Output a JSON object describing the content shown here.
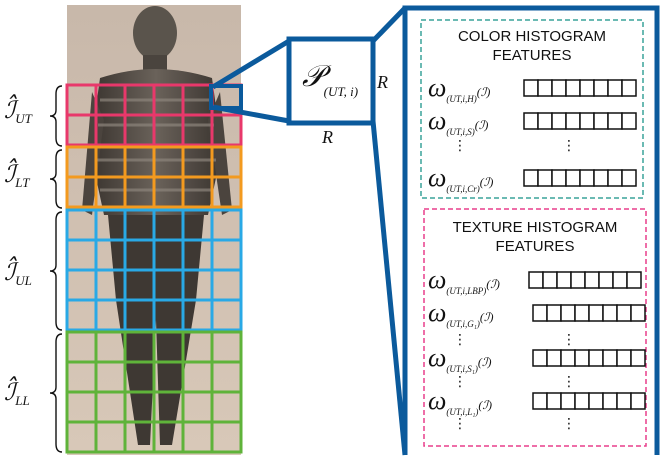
{
  "patch": {
    "symbol": "𝒫",
    "subscript": "(UT, i)",
    "side_label_right": "R",
    "side_label_bottom": "R"
  },
  "regions": [
    {
      "key": "UT",
      "symbol": "ℐ̂",
      "subscript": "UT",
      "grid_color": "#e8386b",
      "rows": 2
    },
    {
      "key": "LT",
      "symbol": "ℐ̂",
      "subscript": "LT",
      "grid_color": "#f39a1f",
      "rows": 2
    },
    {
      "key": "UL",
      "symbol": "ℐ̂",
      "subscript": "UL",
      "grid_color": "#29a9e6",
      "rows": 4
    },
    {
      "key": "LL",
      "symbol": "ℐ̂",
      "subscript": "LL",
      "grid_color": "#5fb33a",
      "rows": 4
    }
  ],
  "color_histogram": {
    "title_line1": "COLOR HISTOGRAM",
    "title_line2": "FEATURES",
    "border_color": "#3aa49a",
    "features": [
      {
        "sub": "(UT,i,H)",
        "arg": "(ℐ)"
      },
      {
        "sub": "(UT,i,S)",
        "arg": "(ℐ)"
      },
      {
        "sub": "(UT,i,Cr)",
        "arg": "(ℐ)"
      }
    ]
  },
  "texture_histogram": {
    "title_line1": "TEXTURE HISTOGRAM",
    "title_line2": "FEATURES",
    "border_color": "#e83e8c",
    "features": [
      {
        "sub": "(UT,i,LBP)",
        "arg": "(ℐ)"
      },
      {
        "sub": "(UT,i,G₁)",
        "arg": "(ℐ)"
      },
      {
        "sub": "(UT,i,S₁)",
        "arg": "(ℐ)"
      },
      {
        "sub": "(UT,i,L₁)",
        "arg": "(ℐ)"
      }
    ]
  },
  "omega_symbol": "ω",
  "vdots": "⋮",
  "colors": {
    "frame_blue": "#0b5a9c"
  }
}
